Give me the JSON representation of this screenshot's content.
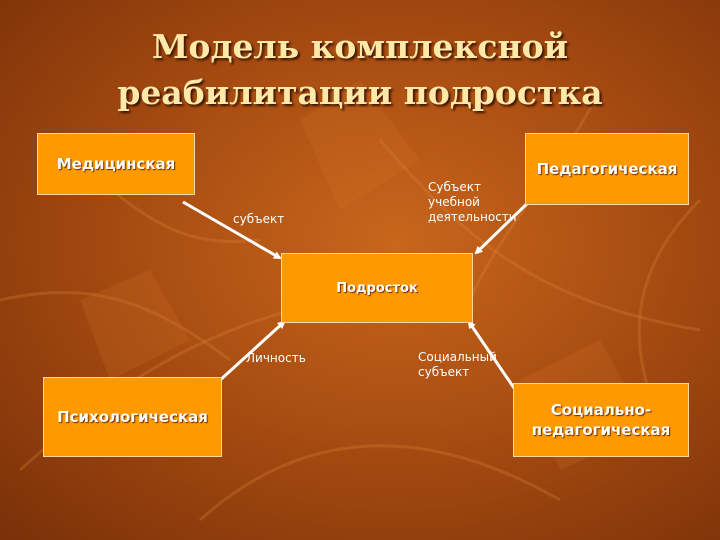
{
  "title_line1": "Модель комплексной",
  "title_line2": "реабилитации подростка",
  "nodes": {
    "center": "Подросток",
    "medical": "Медицинская",
    "pedagogical": "Педагогическая",
    "psychological": "Психологическая",
    "social_pedagogical": "Социально-\nпедагогическая"
  },
  "edges": {
    "medical": "субъект",
    "pedagogical": "Субъект\nучебной\nдеятельности",
    "psychological": "Личность",
    "social_pedagogical": "Социальный\nсубъект"
  },
  "colors": {
    "box_fill": "#ff9900",
    "title": "#ffe9a8",
    "arrow": "#ffffff"
  }
}
